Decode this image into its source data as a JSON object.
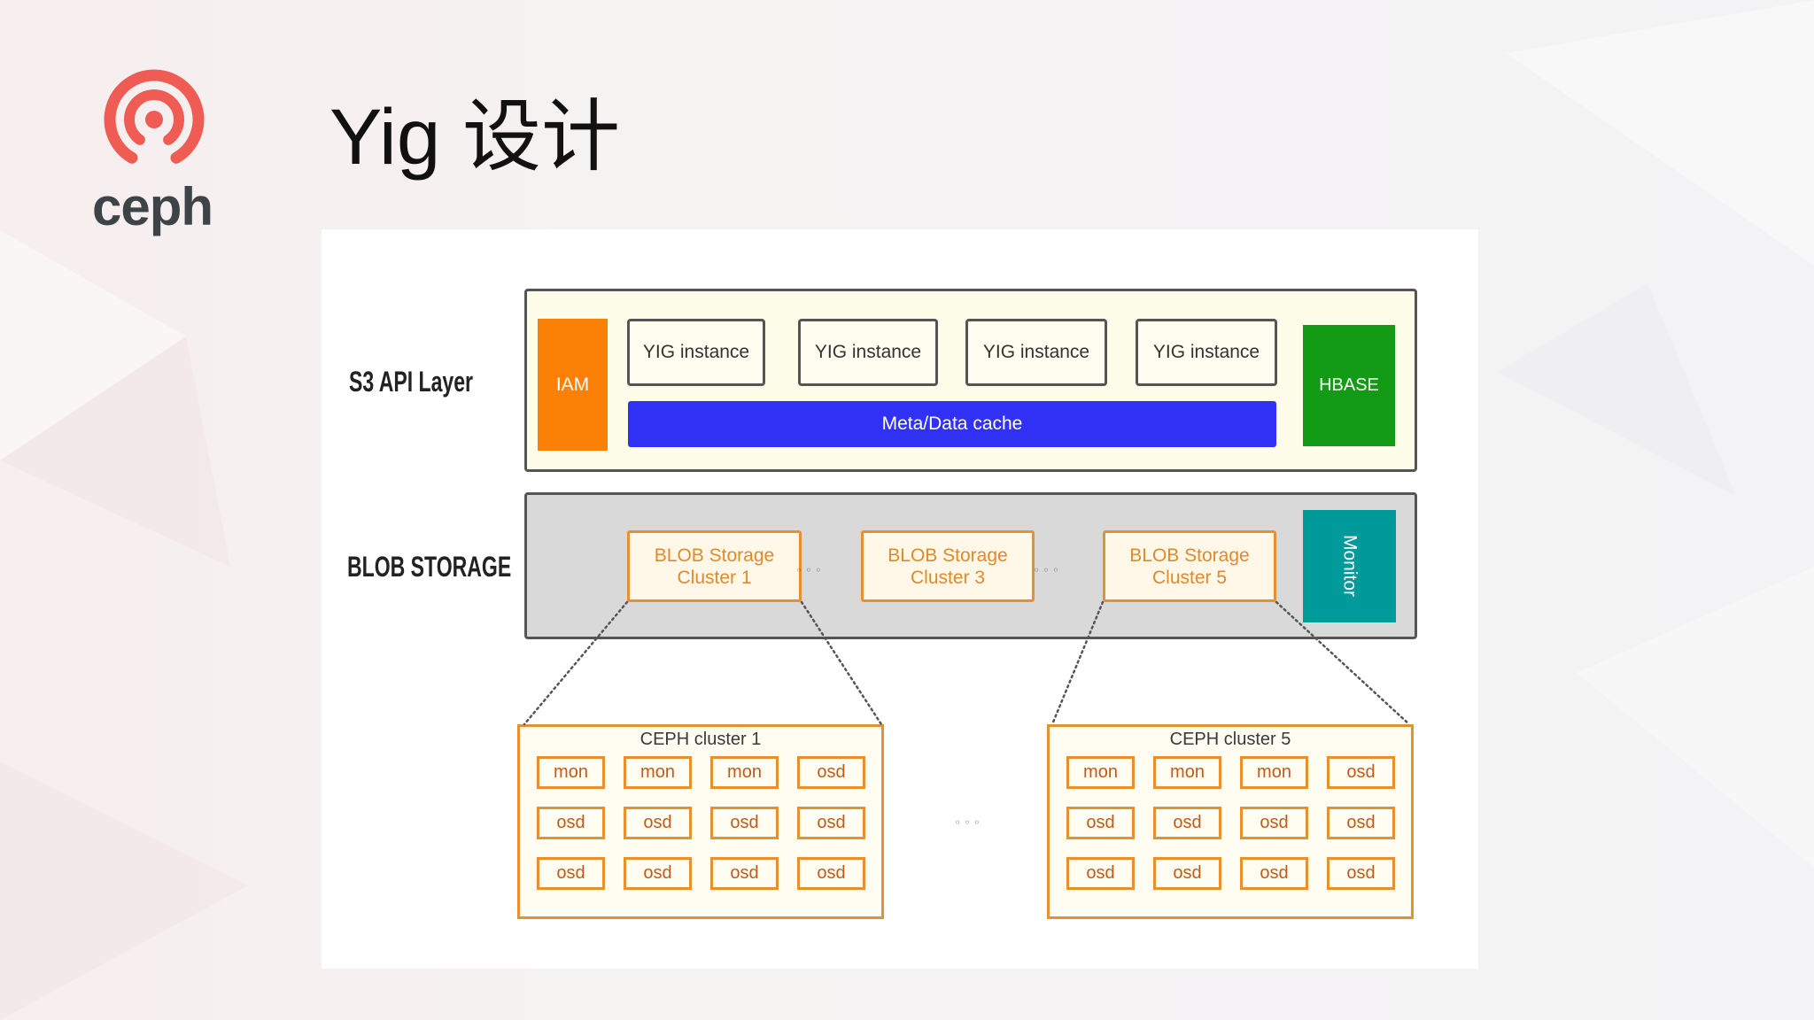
{
  "logo": {
    "wordmark": "ceph",
    "icon": "ceph-logo-icon"
  },
  "title": "Yig 设计",
  "diagram": {
    "s3_api_layer": {
      "label": "S3 API Layer",
      "iam": "IAM",
      "yig_instances": [
        "YIG instance",
        "YIG instance",
        "YIG instance",
        "YIG instance"
      ],
      "cache": "Meta/Data cache",
      "hbase": "HBASE"
    },
    "blob_storage": {
      "label": "BLOB STORAGE",
      "clusters": [
        {
          "line1": "BLOB Storage",
          "line2": "Cluster 1"
        },
        {
          "line1": "BLOB Storage",
          "line2": "Cluster 3"
        },
        {
          "line1": "BLOB Storage",
          "line2": "Cluster 5"
        }
      ],
      "separator": "◦ ◦ ◦",
      "monitor": "Monitor"
    },
    "ceph_clusters": [
      {
        "title": "CEPH cluster 1",
        "nodes": [
          [
            "mon",
            "mon",
            "mon",
            "osd"
          ],
          [
            "osd",
            "osd",
            "osd",
            "osd"
          ],
          [
            "osd",
            "osd",
            "osd",
            "osd"
          ]
        ]
      },
      {
        "title": "CEPH cluster 5",
        "nodes": [
          [
            "mon",
            "mon",
            "mon",
            "osd"
          ],
          [
            "osd",
            "osd",
            "osd",
            "osd"
          ],
          [
            "osd",
            "osd",
            "osd",
            "osd"
          ]
        ]
      }
    ],
    "cluster_separator": "◦ ◦ ◦"
  },
  "colors": {
    "logo": "#ee5c53",
    "iam": "#fb8006",
    "cache": "#3131f6",
    "hbase": "#149b15",
    "monitor": "#009a9b",
    "storage_border": "#e6912f",
    "storage_text": "#e08a2a",
    "node_text": "#bf5b17",
    "s3_fill": "#fdfdea",
    "blob_fill": "#d9d9d9"
  }
}
